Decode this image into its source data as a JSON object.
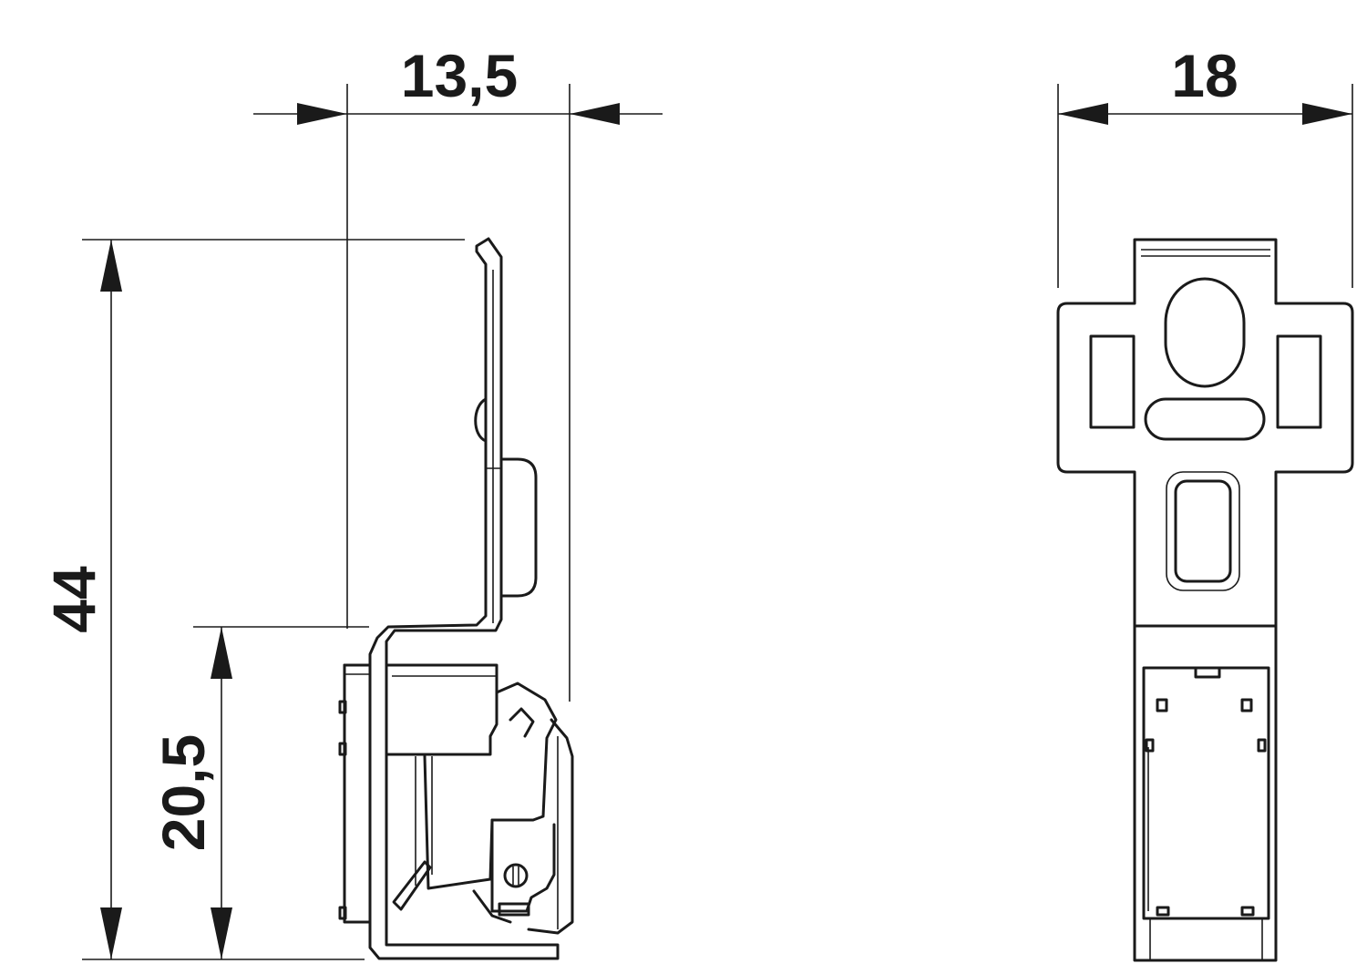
{
  "dimensions": {
    "side_width": "13,5",
    "front_width": "18",
    "total_height": "44",
    "lower_height": "20,5"
  },
  "colors": {
    "line": "#1a1a1a",
    "background": "#ffffff"
  }
}
